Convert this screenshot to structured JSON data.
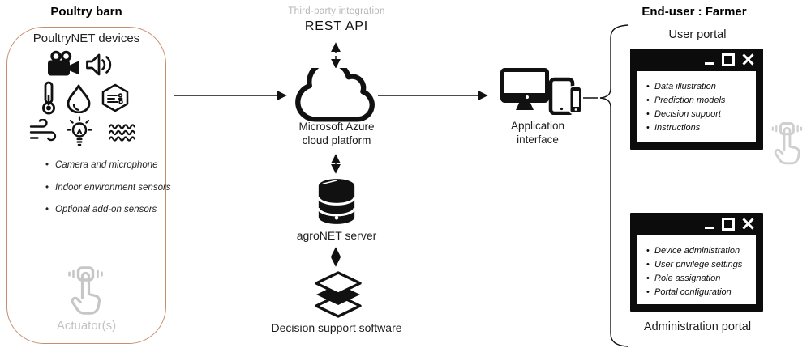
{
  "left": {
    "header": "Poultry barn",
    "title": "PoultryNET devices",
    "bullets": [
      "Camera and microphone",
      "Indoor environment sensors",
      "Optional add-on sensors"
    ],
    "actuator": "Actuator(s)"
  },
  "middle": {
    "integration_label": "Third-party integration",
    "api_label": "REST API",
    "cloud_line1": "Microsoft Azure",
    "cloud_line2": "cloud platform",
    "server_label": "agroNET server",
    "software_label": "Decision support software",
    "app_line1": "Application",
    "app_line2": "interface"
  },
  "right": {
    "header": "End-user : Farmer",
    "user_portal": {
      "title": "User portal",
      "items": [
        "Data illustration",
        "Prediction models",
        "Decision support",
        "Instructions"
      ]
    },
    "admin_portal": {
      "title": "Administration portal",
      "items": [
        "Device administration",
        "User privilege settings",
        "Role assignation",
        "Portal configuration"
      ]
    }
  },
  "icons": {
    "sensors": [
      "video-camera-icon",
      "speaker-icon",
      "thermometer-icon",
      "water-drop-icon",
      "air-quality-icon",
      "wind-icon",
      "lightbulb-icon",
      "waves-icon"
    ],
    "actuator": "tap-hand-icon",
    "cloud": "cloud-icon",
    "server": "database-icon",
    "software": "layers-icon",
    "application": "devices-icon",
    "user_click": "tap-hand-icon",
    "window_controls": [
      "minimize-icon",
      "maximize-icon",
      "close-icon"
    ]
  },
  "colors": {
    "barn_border": "#C68E6E",
    "muted_text": "#B7B7B7",
    "muted_icon": "#C6C6C6",
    "ink": "#111111"
  }
}
